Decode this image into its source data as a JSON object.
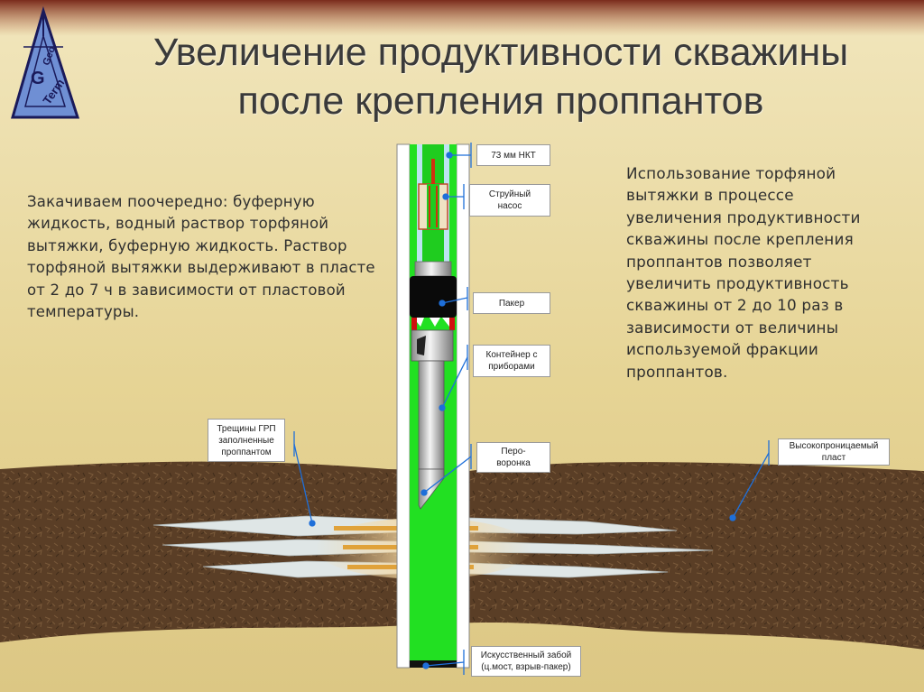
{
  "logo": {
    "text_top": "Geo",
    "text_mid": "G",
    "text_bottom": "Term"
  },
  "title": {
    "line1": "Увеличение продуктивности скважины",
    "line2": "после крепления проппантов"
  },
  "left_text": "Закачиваем поочередно: буферную\nжидкость, водный раствор торфяной\nвытяжки, буферную жидкость. Раствор\nторфяной вытяжки выдерживают в пласте\nот 2 до 7 ч в зависимости от пластовой\nтемпературы.",
  "right_text": "Использование торфяной\nвытяжки в процессе\nувеличения продуктивности\nскважины после крепления\nпроппантов позволяет\nувеличить продуктивность\nскважины от 2 до 10 раз в\nзависимости от величины\nиспользуемой фракции\nпроппантов.",
  "callouts": {
    "tubing": "73 мм НКТ",
    "jet_pump": "Струйный\nнасос",
    "packer": "Пакер",
    "container": "Контейнер с\nприборами",
    "funnel": "Перо-\nворонка",
    "fractures": "Трещины ГРП\nзаполненные\nпроппантом",
    "formation": "Высокопроницаемый\nпласт",
    "bottom": "Искусственный забой\n(ц.мост, взрыв-пакер)"
  },
  "colors": {
    "background": "#e8d9a0",
    "formation": "#5a3e26",
    "well_fluid": "#22e022",
    "tubing_fluid": "#1fcc1f",
    "casing": "#ffffff",
    "proppant": "#e0a23a",
    "leader_line": "#1e6fd9",
    "logo_blue": "#6f8fd4"
  }
}
